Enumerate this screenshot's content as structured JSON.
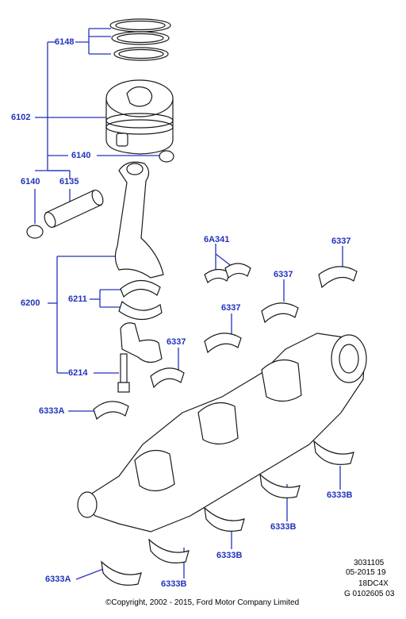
{
  "colors": {
    "callout": "#2233bb",
    "drawing": "#1a1a1a",
    "text": "#000000"
  },
  "callouts": {
    "c6148": "6148",
    "c6102": "6102",
    "c6140a": "6140",
    "c6140b": "6140",
    "c6135": "6135",
    "c6200": "6200",
    "c6211": "6211",
    "c6214": "6214",
    "c6333a_top": "6333A",
    "c6333a_bottom": "6333A",
    "c6a341": "6A341",
    "c6337_a": "6337",
    "c6337_b": "6337",
    "c6337_c": "6337",
    "c6337_d": "6337",
    "c6333b_a": "6333B",
    "c6333b_b": "6333B",
    "c6333b_c": "6333B",
    "c6333b_d": "6333B"
  },
  "footer": {
    "code1": "3031105",
    "code2": "05-2015 19",
    "code3": "18DC4X",
    "code4": "G 0102605 03",
    "copyright": "©Copyright, 2002 - 2015, Ford Motor Company Limited"
  }
}
